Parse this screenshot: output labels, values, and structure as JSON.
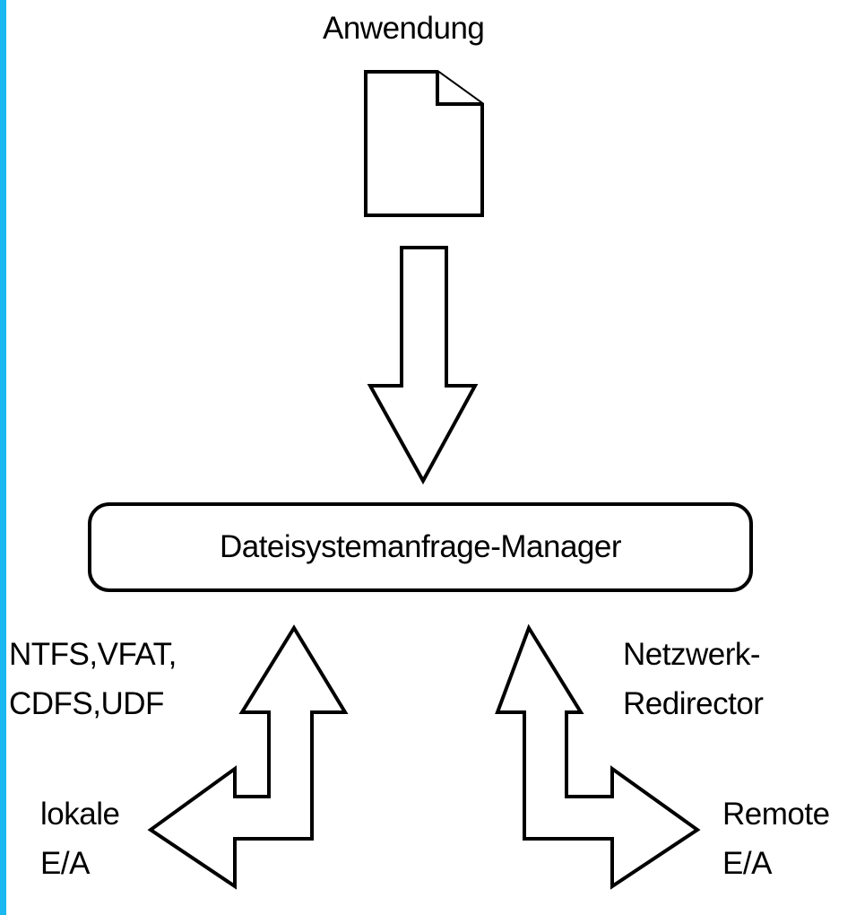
{
  "colors": {
    "edge_accent": "#1ab8f0",
    "stroke": "#000000",
    "background": "#ffffff"
  },
  "diagram": {
    "application_label": "Anwendung",
    "manager_label": "Dateisystemanfrage-Manager",
    "local_fs_lines": [
      "NTFS,VFAT,",
      "CDFS,UDF"
    ],
    "network_lines": [
      "Netzwerk-",
      "Redirector"
    ],
    "local_io_lines": [
      "lokale",
      "E/A"
    ],
    "remote_io_lines": [
      "Remote",
      "E/A"
    ],
    "icons": [
      "document-icon",
      "down-arrow-icon",
      "local-io-arrow-icon",
      "remote-io-arrow-icon"
    ]
  }
}
